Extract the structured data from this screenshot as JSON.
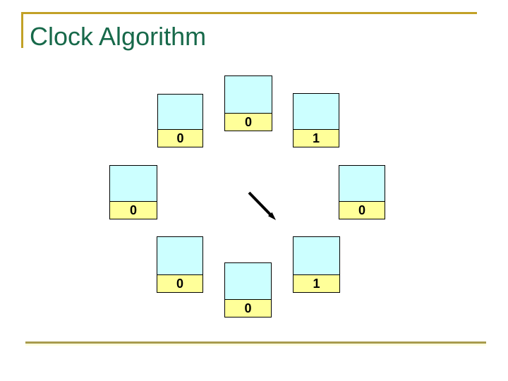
{
  "slide": {
    "title": "Clock Algorithm"
  },
  "diagram": {
    "description": "Eight page frames arranged in a circle with a clock hand arrow in the center pointing to the lower-right frame",
    "frames": [
      {
        "position": "top",
        "reference_bit": "0"
      },
      {
        "position": "top-right",
        "reference_bit": "1"
      },
      {
        "position": "right",
        "reference_bit": "0"
      },
      {
        "position": "bottom-right",
        "reference_bit": "1"
      },
      {
        "position": "bottom",
        "reference_bit": "0"
      },
      {
        "position": "bottom-left",
        "reference_bit": "0"
      },
      {
        "position": "left",
        "reference_bit": "0"
      },
      {
        "position": "top-left",
        "reference_bit": "0"
      }
    ],
    "arrow": {
      "name": "clock-hand",
      "direction": "down-right",
      "color": "#000000"
    }
  },
  "colors": {
    "title_text": "#17694A",
    "accent_rule_top": "#C2A127",
    "accent_rule_bottom": "#A89B4D",
    "frame_fill": "#CCFFFF",
    "bit_strip_fill": "#FFFF99",
    "frame_border": "#000000",
    "background": "#FFFFFF"
  }
}
